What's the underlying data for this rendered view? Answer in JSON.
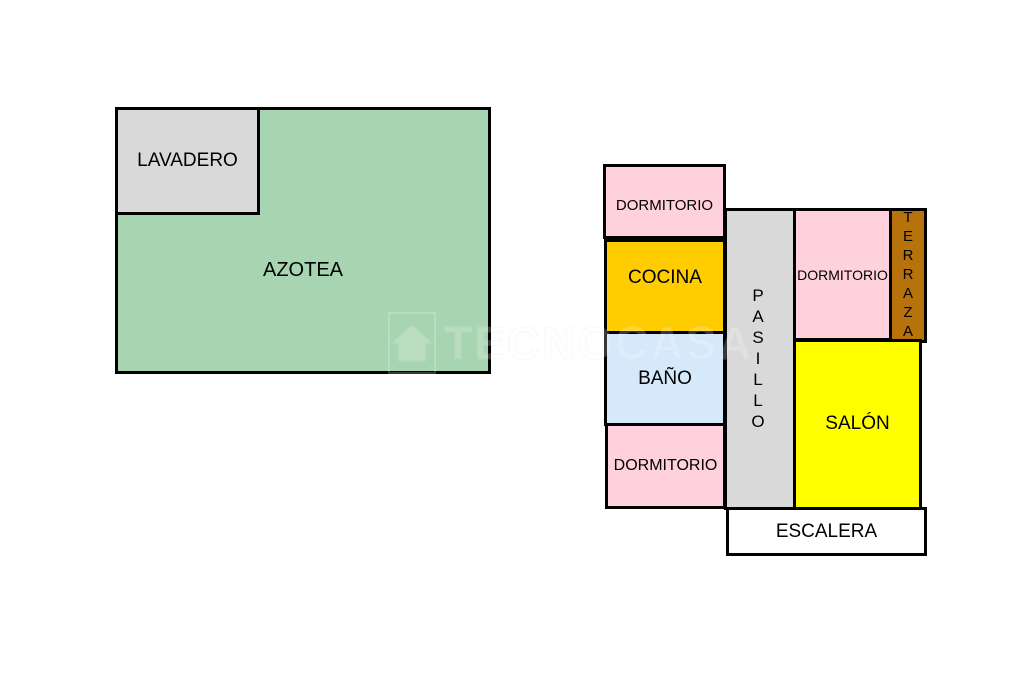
{
  "upper_floor": {
    "azotea": {
      "label": "AZOTEA",
      "color": "#a7d4b1"
    },
    "lavadero": {
      "label": "LAVADERO",
      "color": "#d9d9d9"
    }
  },
  "main_floor": {
    "dormitorio_top": {
      "label": "DORMITORIO",
      "color": "#ffd1dc"
    },
    "cocina": {
      "label": "COCINA",
      "color": "#ffcc00"
    },
    "bano": {
      "label": "BAÑO",
      "color": "#d5e9fb"
    },
    "dormitorio_bottom": {
      "label": "DORMITORIO",
      "color": "#ffd1dc"
    },
    "pasillo": {
      "label": "PASILLO",
      "color": "#d9d9d9"
    },
    "dormitorio_right": {
      "label": "DORMITORIO",
      "color": "#ffd1dc"
    },
    "terraza": {
      "label": "TERRAZA",
      "color": "#b8720c"
    },
    "salon": {
      "label": "SALÓN",
      "color": "#ffff00"
    },
    "escalera": {
      "label": "ESCALERA",
      "color": "#ffffff"
    }
  },
  "watermark": {
    "text": "TECNOCASA",
    "icon": "house-icon"
  }
}
